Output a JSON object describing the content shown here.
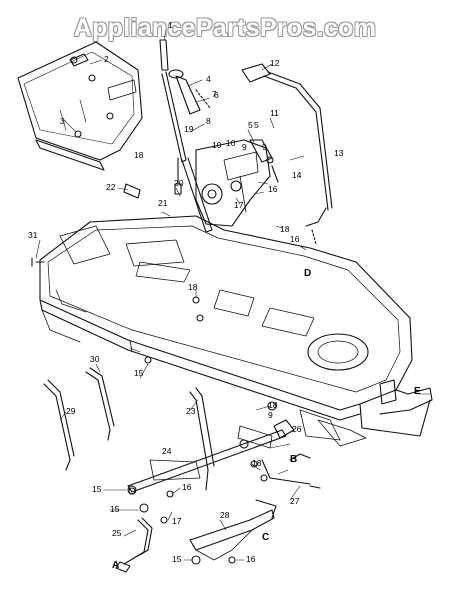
{
  "watermark": "AppliancePartsPros.com",
  "callouts": [
    {
      "id": "c1",
      "text": "1"
    },
    {
      "id": "c2",
      "text": "2"
    },
    {
      "id": "c3",
      "text": "3"
    },
    {
      "id": "c4",
      "text": "4"
    },
    {
      "id": "c5",
      "text": "5"
    },
    {
      "id": "c6",
      "text": "6"
    },
    {
      "id": "c7",
      "text": "7"
    },
    {
      "id": "c8",
      "text": "8"
    },
    {
      "id": "c9",
      "text": "9"
    },
    {
      "id": "c10",
      "text": "10"
    },
    {
      "id": "c11",
      "text": "11"
    },
    {
      "id": "c12",
      "text": "12"
    },
    {
      "id": "c13",
      "text": "13"
    },
    {
      "id": "c14",
      "text": "14"
    },
    {
      "id": "c15",
      "text": "15"
    },
    {
      "id": "c16",
      "text": "16"
    },
    {
      "id": "c17",
      "text": "17"
    },
    {
      "id": "c18",
      "text": "18"
    },
    {
      "id": "c19",
      "text": "19"
    },
    {
      "id": "c20",
      "text": "20"
    },
    {
      "id": "c21",
      "text": "21"
    },
    {
      "id": "c22",
      "text": "22"
    },
    {
      "id": "c23",
      "text": "23"
    },
    {
      "id": "c24",
      "text": "24"
    },
    {
      "id": "c25",
      "text": "25"
    },
    {
      "id": "c26",
      "text": "26"
    },
    {
      "id": "c27",
      "text": "27"
    },
    {
      "id": "c28",
      "text": "28"
    },
    {
      "id": "c29",
      "text": "29"
    },
    {
      "id": "c30",
      "text": "30"
    },
    {
      "id": "c31",
      "text": "31"
    },
    {
      "id": "c10b",
      "text": "10"
    },
    {
      "id": "c9b",
      "text": "9"
    },
    {
      "id": "c16b",
      "text": "16"
    },
    {
      "id": "c18b",
      "text": "18"
    },
    {
      "id": "c18c",
      "text": "18"
    },
    {
      "id": "c18d",
      "text": "18"
    },
    {
      "id": "c15b",
      "text": "15"
    },
    {
      "id": "c15c",
      "text": "15"
    },
    {
      "id": "c15d",
      "text": "15"
    },
    {
      "id": "c16c",
      "text": "16"
    },
    {
      "id": "c16d",
      "text": "16"
    },
    {
      "id": "c17b",
      "text": "17"
    },
    {
      "id": "c18e",
      "text": "18"
    },
    {
      "id": "c5b",
      "text": "5"
    },
    {
      "id": "c9c",
      "text": "9"
    }
  ],
  "reference_letters": [
    {
      "id": "lA",
      "text": "A"
    },
    {
      "id": "lB",
      "text": "B"
    },
    {
      "id": "lC",
      "text": "C"
    },
    {
      "id": "lD",
      "text": "D"
    },
    {
      "id": "lE",
      "text": "E"
    }
  ]
}
